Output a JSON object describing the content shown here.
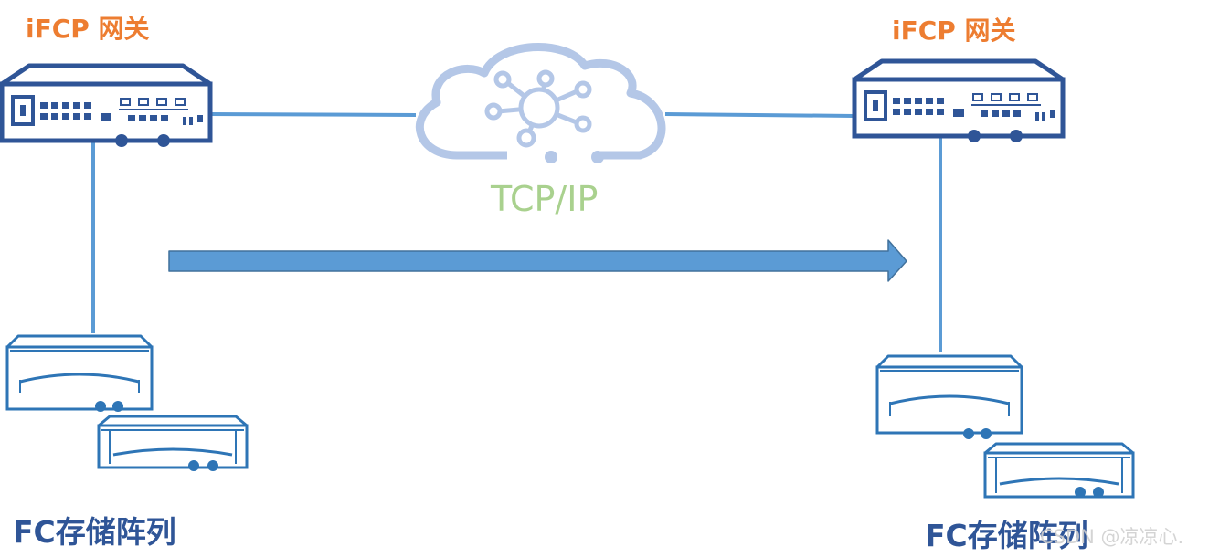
{
  "left_gateway": {
    "label": "iFCP 网关"
  },
  "right_gateway": {
    "label": "iFCP 网关"
  },
  "network": {
    "label": "TCP/IP",
    "icon": "network-cloud-icon"
  },
  "left_storage": {
    "label": "FC存储阵列"
  },
  "right_storage": {
    "label": "FC存储阵列"
  },
  "watermark": "CSDN @凉凉心.",
  "colors": {
    "device": "#2F5597",
    "storage": "#2E75B6",
    "link": "#5B9BD5",
    "cloud": "#B4C7E7",
    "gateway_label": "#ED7D31",
    "network_label": "#A9D18E"
  }
}
